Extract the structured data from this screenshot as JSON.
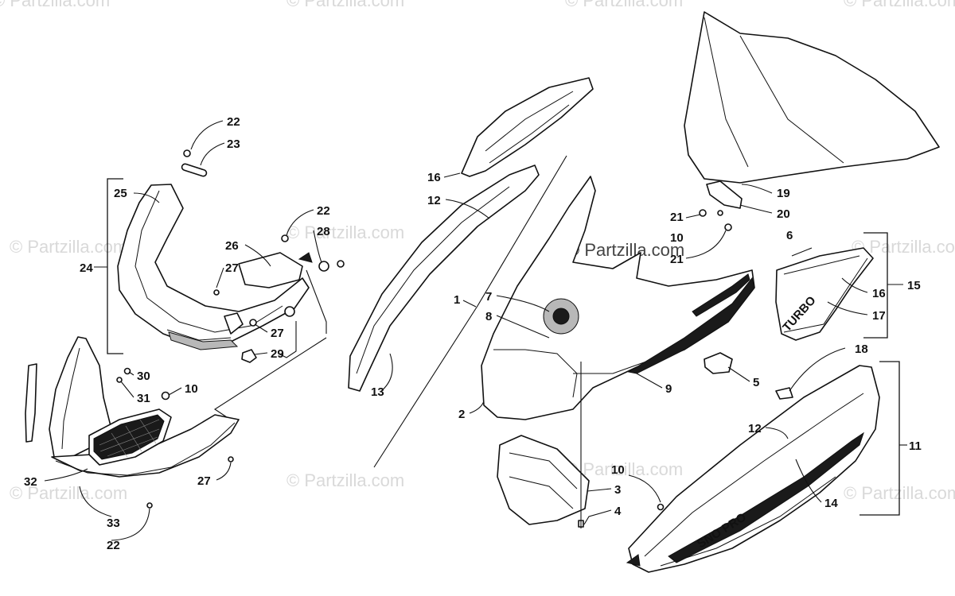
{
  "watermark": {
    "text": "© Partzilla.com",
    "color": "#d9d9d9"
  },
  "callouts": [
    {
      "id": "c22a",
      "label": "22"
    },
    {
      "id": "c23",
      "label": "23"
    },
    {
      "id": "c25",
      "label": "25"
    },
    {
      "id": "c24",
      "label": "24"
    },
    {
      "id": "c22b",
      "label": "22"
    },
    {
      "id": "c28",
      "label": "28"
    },
    {
      "id": "c26",
      "label": "26"
    },
    {
      "id": "c27a",
      "label": "27"
    },
    {
      "id": "c27b",
      "label": "27"
    },
    {
      "id": "c29",
      "label": "29"
    },
    {
      "id": "c30",
      "label": "30"
    },
    {
      "id": "c31",
      "label": "31"
    },
    {
      "id": "c10a",
      "label": "10"
    },
    {
      "id": "c32",
      "label": "32"
    },
    {
      "id": "c27c",
      "label": "27"
    },
    {
      "id": "c33",
      "label": "33"
    },
    {
      "id": "c22c",
      "label": "22"
    },
    {
      "id": "c16a",
      "label": "16"
    },
    {
      "id": "c12a",
      "label": "12"
    },
    {
      "id": "c1",
      "label": "1"
    },
    {
      "id": "c7",
      "label": "7"
    },
    {
      "id": "c8",
      "label": "8"
    },
    {
      "id": "c13",
      "label": "13"
    },
    {
      "id": "c2",
      "label": "2"
    },
    {
      "id": "c9",
      "label": "9"
    },
    {
      "id": "c5",
      "label": "5"
    },
    {
      "id": "c3",
      "label": "3"
    },
    {
      "id": "c4",
      "label": "4"
    },
    {
      "id": "c10b",
      "label": "10"
    },
    {
      "id": "c19",
      "label": "19"
    },
    {
      "id": "c20",
      "label": "20"
    },
    {
      "id": "c21a",
      "label": "21"
    },
    {
      "id": "c10c",
      "label": "10"
    },
    {
      "id": "c21b",
      "label": "21"
    },
    {
      "id": "c6",
      "label": "6"
    },
    {
      "id": "c15",
      "label": "15"
    },
    {
      "id": "c16b",
      "label": "16"
    },
    {
      "id": "c17",
      "label": "17"
    },
    {
      "id": "c18",
      "label": "18"
    },
    {
      "id": "c11",
      "label": "11"
    },
    {
      "id": "c12b",
      "label": "12"
    },
    {
      "id": "c14",
      "label": "14"
    }
  ],
  "decals": {
    "turbo": "TURBO",
    "snopro": "SNO PRO"
  },
  "colors": {
    "line": "#111111",
    "fill": "#ffffff",
    "decal": "#1a1a1a"
  }
}
